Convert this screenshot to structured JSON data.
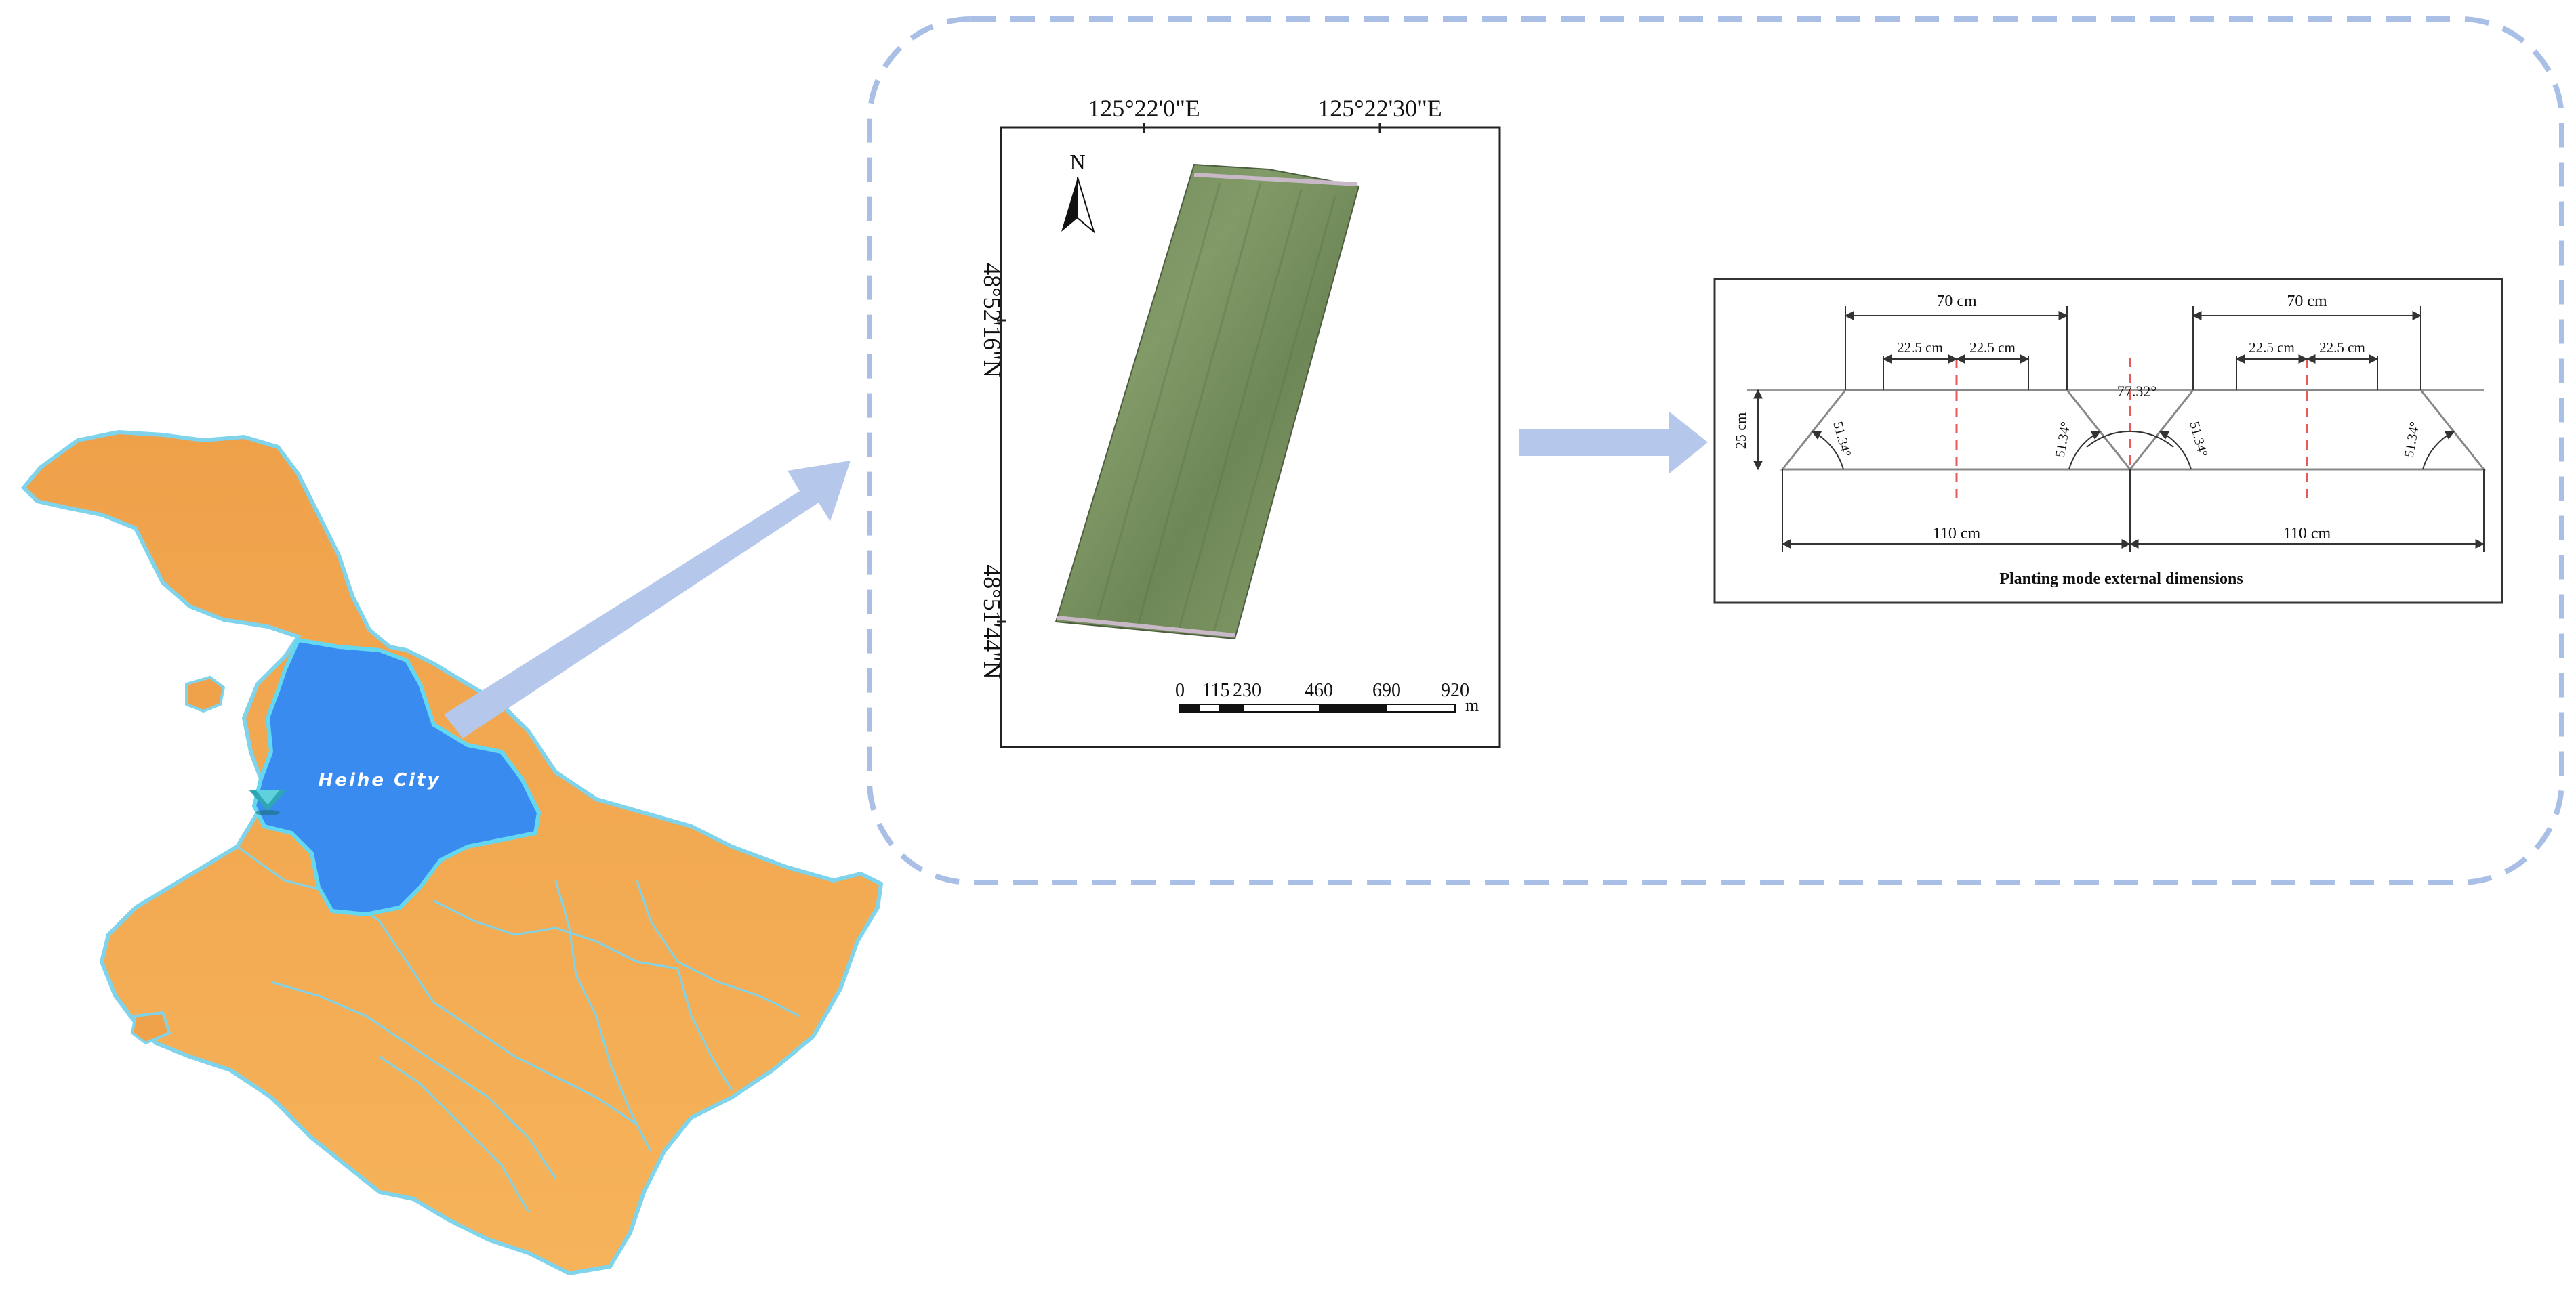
{
  "map_region": {
    "city_label": "Heihe City"
  },
  "ortho_panel": {
    "longitude_ticks": [
      "125°22'0\"E",
      "125°22'30\"E"
    ],
    "latitude_ticks": [
      "48°52'16\"N",
      "48°51'44\"N"
    ],
    "north_arrow": "N",
    "scale_bar": {
      "labels": [
        "0",
        "115",
        "230",
        "460",
        "690",
        "920"
      ],
      "unit": "m"
    }
  },
  "diagram": {
    "caption": "Planting mode external dimensions",
    "top_width_left": "70 cm",
    "top_width_right": "70 cm",
    "half_row_labels": [
      "22.5 cm",
      "22.5 cm",
      "22.5 cm",
      "22.5 cm"
    ],
    "height_label": "25 cm",
    "side_angle": "51.34°",
    "center_angle": "77.32°",
    "bottom_width_left": "110 cm",
    "bottom_width_right": "110 cm"
  },
  "colors": {
    "province_fill": "#F2A64C",
    "heihe_fill": "#3A8BF0",
    "arrow": "#B5C8EC",
    "dashed_border": "#A9BFE6",
    "guide_line": "#E85A5A"
  },
  "icons": [
    "location-pin-icon",
    "north-arrow-icon"
  ]
}
